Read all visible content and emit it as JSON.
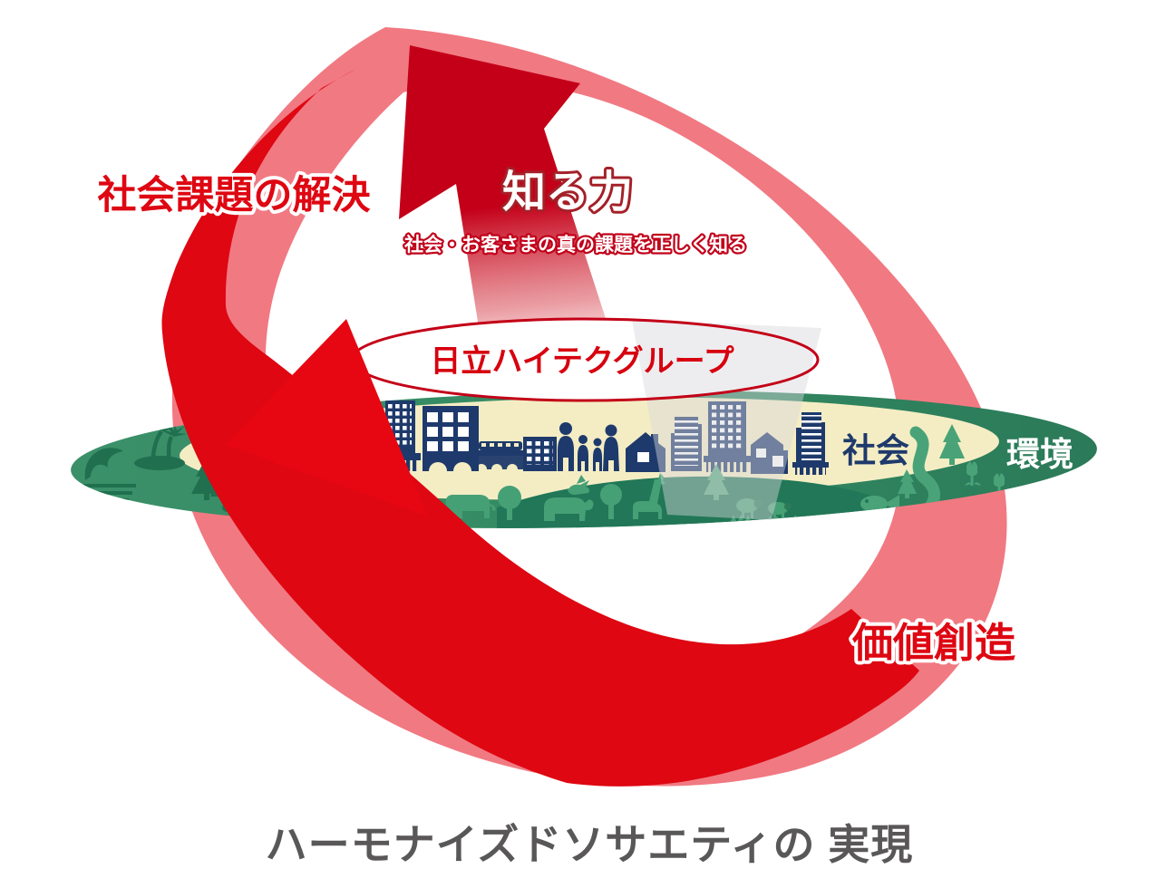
{
  "labels": {
    "solve": "社会課題の解決",
    "knowing": "知る力",
    "knowing_sub": "社会・お客さまの真の課題を正しく知る",
    "company": "日立ハイテクグループ",
    "society": "社会",
    "environment": "環境",
    "value_creation": "価値創造",
    "title": "ハーモナイズドソサエティの 実現"
  },
  "colors": {
    "arrow_red": "#de0712",
    "arrow_head_red": "#c40019",
    "loop_pink": "#f17982",
    "building_navy": "#1e3a6c",
    "island_cream": "#f4edc4",
    "island_green_light": "#3b9069",
    "island_green_dark": "#2b7a59",
    "silhouette_dark": "#20704f",
    "silhouette_light": "#46a076",
    "title_gray": "#595757",
    "label_outline": "#a42028"
  }
}
